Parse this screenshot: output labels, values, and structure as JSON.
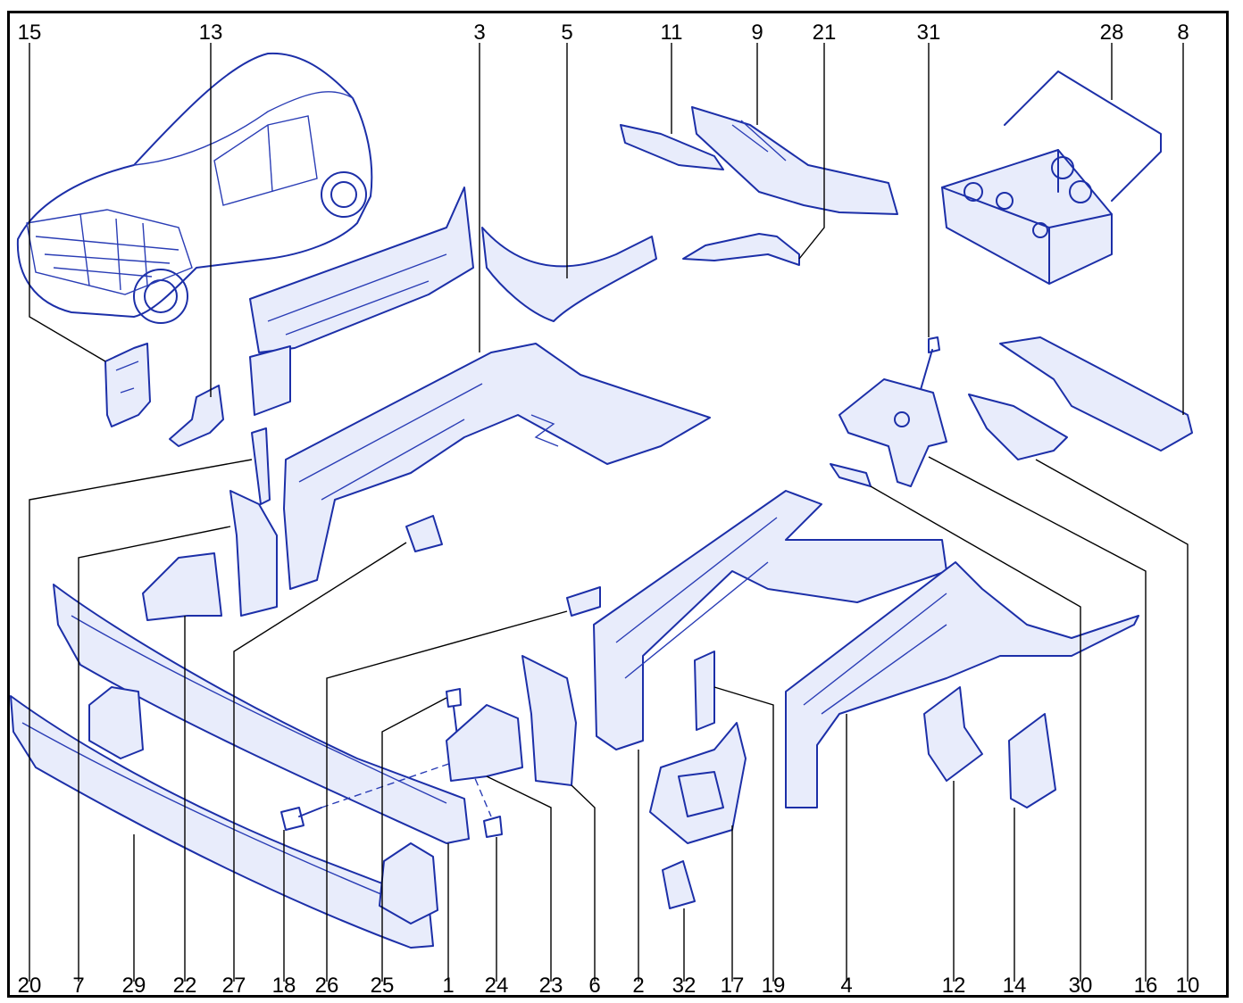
{
  "top_labels": [
    "15",
    "13",
    "3",
    "5",
    "11",
    "9",
    "21",
    "31",
    "28",
    "8"
  ],
  "bottom_labels": [
    "20",
    "7",
    "29",
    "22",
    "27",
    "18",
    "26",
    "25",
    "1",
    "24",
    "23",
    "6",
    "2",
    "32",
    "17",
    "19",
    "4",
    "12",
    "14",
    "30",
    "16",
    "10"
  ],
  "colors": {
    "line": "#1c2fa8",
    "label": "#000000",
    "frame": "#000000"
  }
}
